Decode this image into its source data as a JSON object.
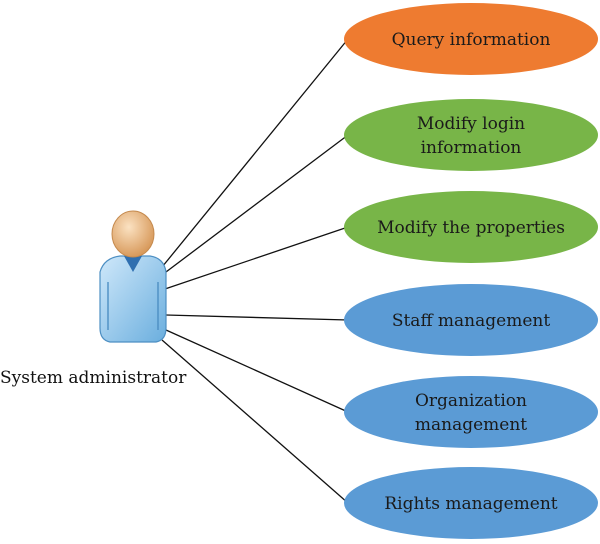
{
  "actor": {
    "label": "System administrator",
    "icon": "user-icon",
    "colors": {
      "head": "#eec08f",
      "body": "#8ec6ec",
      "body_dark": "#5b9fd0"
    }
  },
  "use_cases": [
    {
      "id": "query-information",
      "lines": [
        "Query information"
      ],
      "color": "#ee7b30"
    },
    {
      "id": "modify-login-information",
      "lines": [
        "Modify login",
        "information"
      ],
      "color": "#78b548"
    },
    {
      "id": "modify-the-properties",
      "lines": [
        "Modify the properties"
      ],
      "color": "#78b548"
    },
    {
      "id": "staff-management",
      "lines": [
        "Staff management"
      ],
      "color": "#5b9bd5"
    },
    {
      "id": "organization-management",
      "lines": [
        "Organization",
        "management"
      ],
      "color": "#5b9bd5"
    },
    {
      "id": "rights-management",
      "lines": [
        "Rights management"
      ],
      "color": "#5b9bd5"
    }
  ]
}
